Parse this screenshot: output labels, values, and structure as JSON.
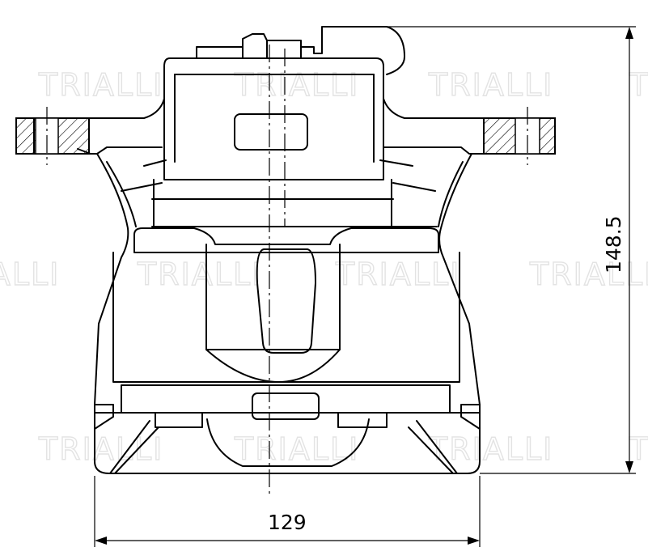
{
  "watermark": {
    "brand": "TRIALLI"
  },
  "dimensions": {
    "height": "148.5",
    "width": "129"
  }
}
